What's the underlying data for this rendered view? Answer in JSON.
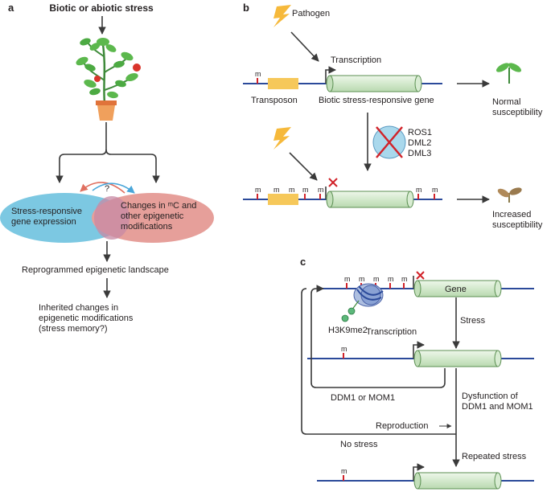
{
  "colors": {
    "strand": "#2b4a9a",
    "gene_fill": "#d8ecd2",
    "transposon_fill": "#f6c85a",
    "methyl_tick": "#d1232a",
    "ellipse_blue": "#7cc8e2",
    "ellipse_pink": "#e69f9a",
    "arrow": "#3a3a3a",
    "pathogen_bolt": "#f6b93b"
  },
  "panel_a": {
    "panel_label": "a",
    "title": "Biotic or abiotic stress",
    "left_ellipse": [
      "Stress-responsive",
      "gene expression"
    ],
    "right_ellipse": [
      "Changes in ᵐC and",
      "other epigenetic",
      "modifications"
    ],
    "question": "?",
    "reprogrammed": "Reprogrammed epigenetic landscape",
    "inherited": [
      "Inherited changes in",
      "epigenetic modifications",
      "(stress memory?)"
    ]
  },
  "panel_b": {
    "panel_label": "b",
    "pathogen": "Pathogen",
    "transcription": "Transcription",
    "methyl_mark": "m",
    "transposon": "Transposon",
    "gene": "Biotic stress-responsive gene",
    "normal": [
      "Normal",
      "susceptibility"
    ],
    "enzymes": [
      "ROS1",
      "DML2",
      "DML3"
    ],
    "increased": [
      "Increased",
      "susceptibility"
    ]
  },
  "panel_c": {
    "panel_label": "c",
    "gene": "Gene",
    "histone_mark": "H3K9me2",
    "stress": "Stress",
    "transcription": "Transcription",
    "methyl_mark": "m",
    "ddm1_or_mom1": "DDM1 or MOM1",
    "dysfunction": [
      "Dysfunction of",
      "DDM1 and MOM1"
    ],
    "reproduction": "Reproduction",
    "no_stress": "No stress",
    "repeated_stress": "Repeated stress"
  }
}
